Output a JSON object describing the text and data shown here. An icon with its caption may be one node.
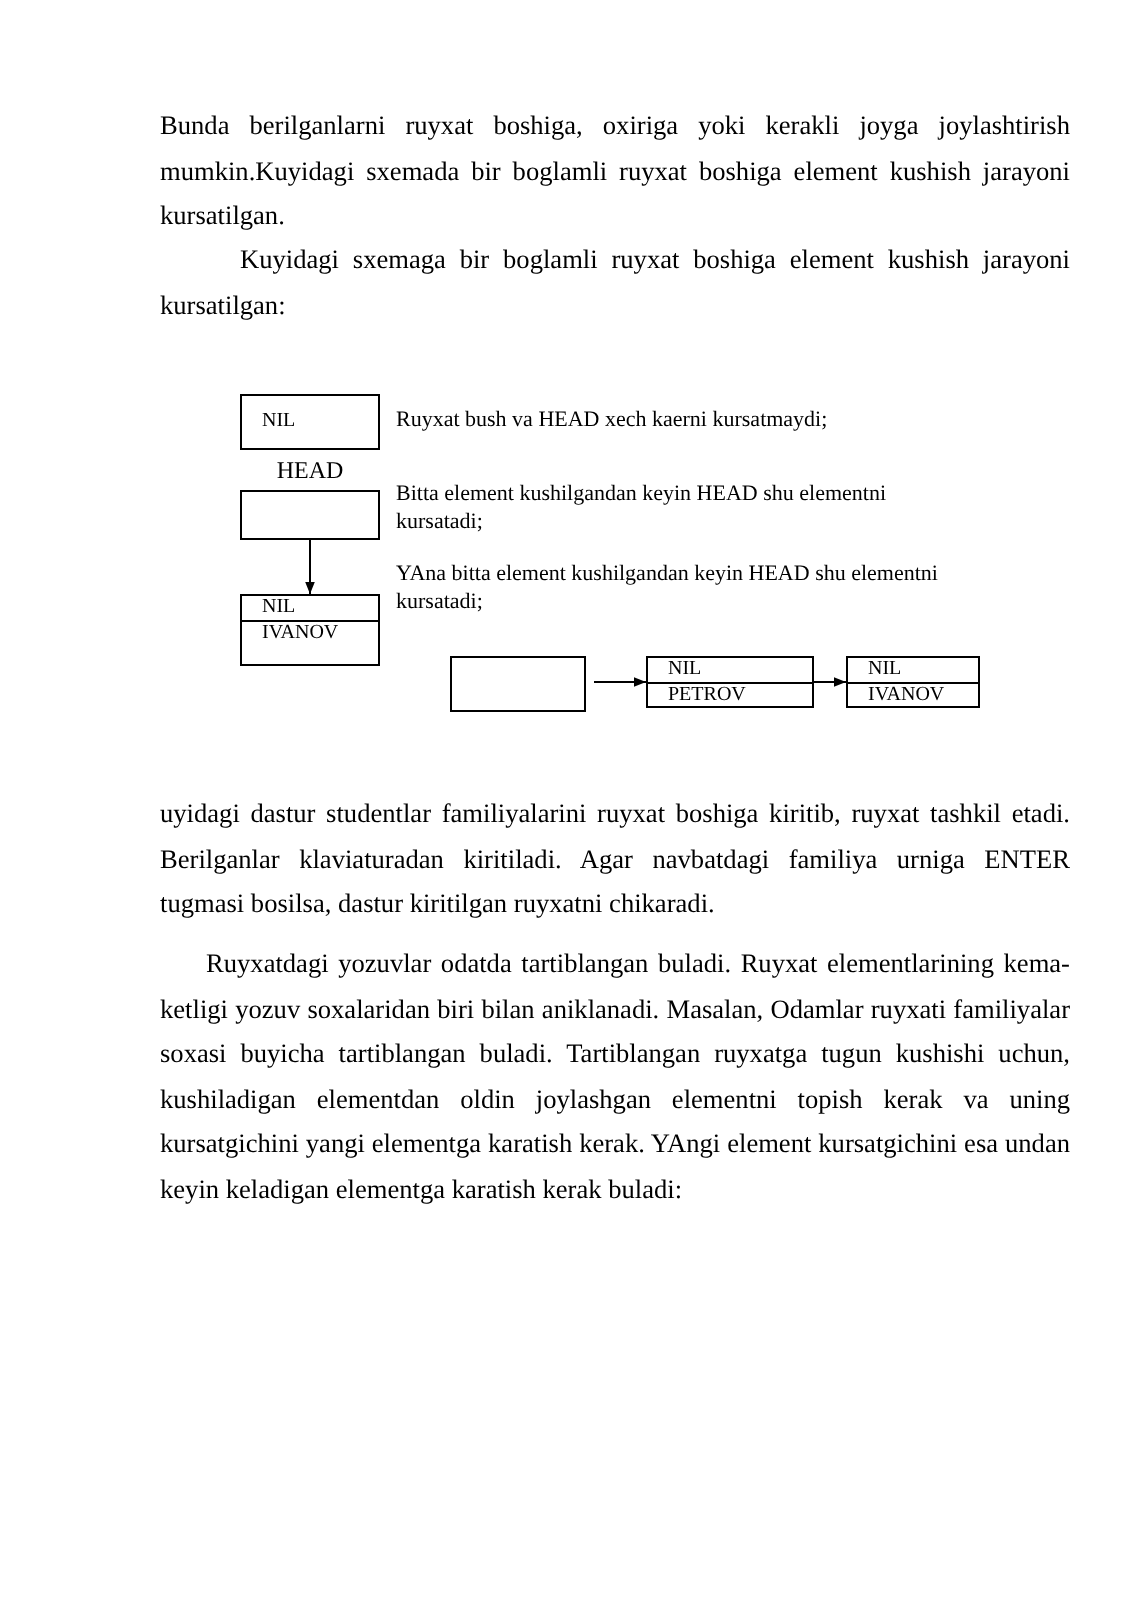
{
  "diagram": {
    "nodes": [
      {
        "text": [
          "NIL"
        ]
      },
      {
        "text": [
          "HEAD"
        ]
      },
      {
        "text": [
          "NIL",
          "IVANOV"
        ]
      },
      {
        "text": [],
        "shape": "box"
      },
      {
        "text": [
          "NIL",
          "PETROV"
        ]
      },
      {
        "text": [
          "NIL",
          "IVANOV"
        ]
      }
    ],
    "edges": [
      {
        "from": 1,
        "to": 2,
        "arrow": "to"
      },
      {
        "from": 3,
        "to": 4,
        "arrow": "to"
      },
      {
        "from": 4,
        "to": 5,
        "arrow": "to"
      }
    ],
    "labels": [
      "Bunda berilganlarni ruyxat boshiga, oxiriga yoki kerakli joyga joylashtirish mumkin.Kuyidagi sxemada bir boglamli ruyxat boshiga element kushish jarayoni kursatilgan.",
      "Kuyidagi sxemaga bir boglamli ruyxat boshiga element kushish jarayoni kursatilgan:",
      "Ruyxat bush va HEAD xech kaerni kursatmaydi;",
      "Bitta element kushilgandan keyin HEAD shu elementni kursatadi;",
      "YAna bitta element kushilgandan keyin HEAD shu elementni kursatadi;",
      "uyidagi dastur studentlar familiyalarini ruyxat boshiga kiritib, ruyxat tashkil etadi. Berilganlar klaviaturadan kiritiladi. Agar navbatdagi familiya urniga ENTER tugmasi bosilsa, dastur kiritilgan ruyxatni chikaradi.",
      "Ruyxatdagi yozuvlar odatda tartiblangan buladi. Ruyxat elementlarining kema-ketligi yozuv soxalaridan biri bilan aniklanadi. Masalan, Odamlar ruyxati familiyalar soxasi buyicha tartiblangan buladi. Tartiblangan ruyxatga tugun kushishi uchun, kushiladigan elementdan oldin joylashgan elementni topish kerak va uning kursatgichini yangi elementga karatish kerak. YAngi element kursatgichini esa undan keyin keladigan elementga karatish kerak buladi:"
    ]
  }
}
